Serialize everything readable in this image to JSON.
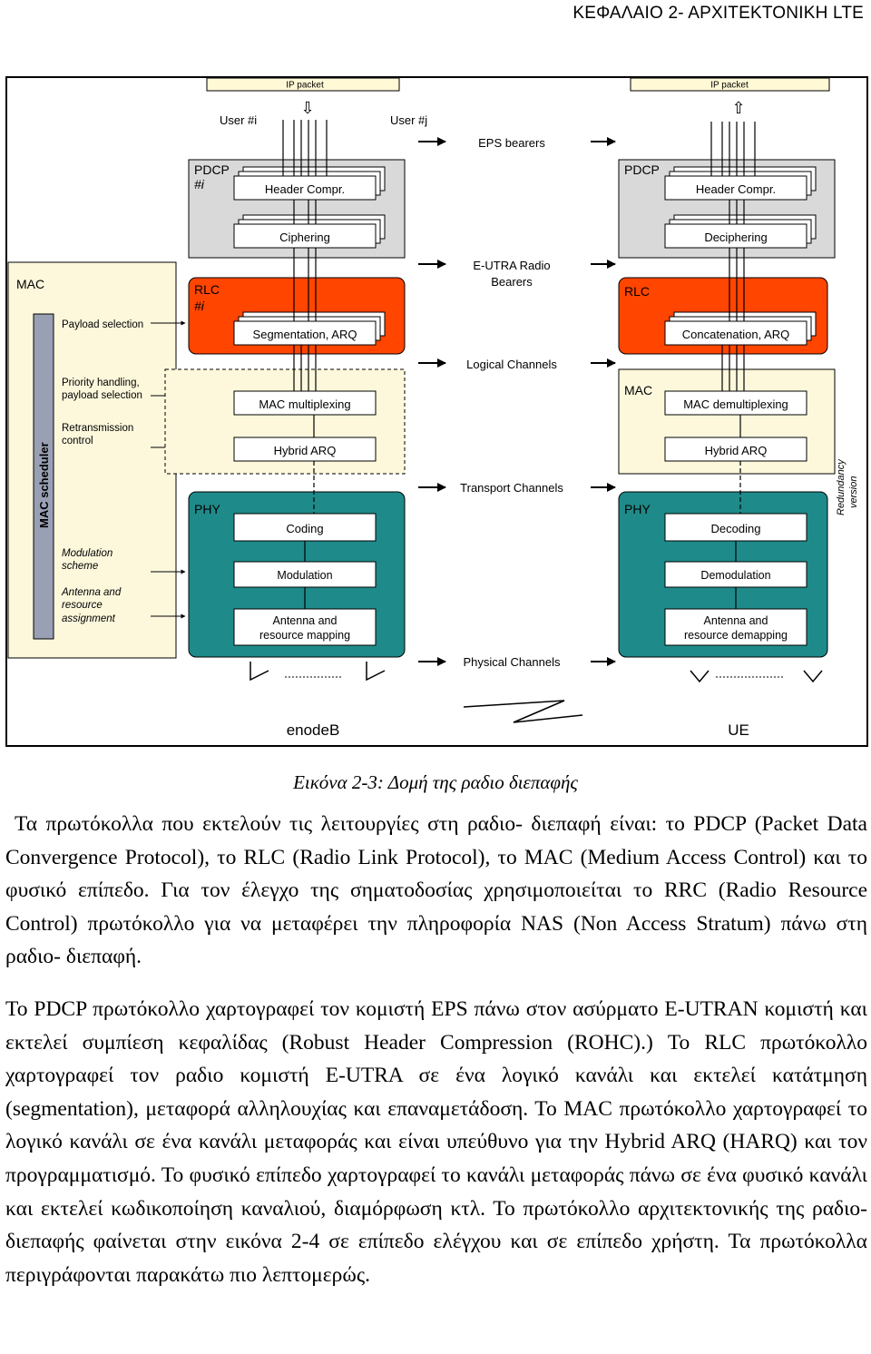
{
  "page": {
    "header": "ΚΕΦΑΛΑΙΟ 2- ΑΡΧΙΤΕΚΤΟΝΙΚΗ LTE"
  },
  "figure": {
    "ip_packet_tx": "IP packet",
    "ip_packet_rx": "IP packet",
    "user_i": "User #i",
    "user_j": "User #j",
    "eps_bearers": "EPS bearers",
    "eutra_radio_bearers_1": "E-UTRA Radio",
    "eutra_radio_bearers_2": "Bearers",
    "logical_channels": "Logical Channels",
    "transport_channels": "Transport Channels",
    "physical_channels": "Physical Channels",
    "enodeb": "enodeB",
    "ue": "UE",
    "mac_panel": {
      "title": "MAC",
      "scheduler": "MAC scheduler",
      "payload_selection": "Payload selection",
      "priority_1": "Priority handling,",
      "priority_2": "payload selection",
      "retrans_1": "Retransmission",
      "retrans_2": "control",
      "modulation_1": "Modulation",
      "modulation_2": "scheme",
      "antenna_1": "Antenna and",
      "antenna_2": "resource",
      "antenna_3": "assignment"
    },
    "enb": {
      "pdcp": "PDCP",
      "pdcp_num": "#i",
      "header_compr": "Header Compr.",
      "ciphering": "Ciphering",
      "rlc": "RLC",
      "rlc_num": "#i",
      "segmentation": "Segmentation, ARQ",
      "mac_mux": "MAC multiplexing",
      "hybrid_arq": "Hybrid ARQ",
      "phy": "PHY",
      "coding": "Coding",
      "modulation": "Modulation",
      "antenna_1": "Antenna and",
      "antenna_2": "resource mapping"
    },
    "ue_stack": {
      "pdcp": "PDCP",
      "header_compr": "Header Compr.",
      "deciphering": "Deciphering",
      "rlc": "RLC",
      "concatenation": "Concatenation, ARQ",
      "mac": "MAC",
      "mac_demux": "MAC demultiplexing",
      "hybrid_arq": "Hybrid ARQ",
      "phy": "PHY",
      "decoding": "Decoding",
      "demodulation": "Demodulation",
      "antenna_1": "Antenna and",
      "antenna_2": "resource demapping",
      "redundancy_1": "Redundancy",
      "redundancy_2": "version"
    },
    "colors": {
      "pdcp_fill": "#d9d9d9",
      "rlc_fill": "#ff4500",
      "mac_fill": "#fdf8dc",
      "phy_fill": "#1f8a8a",
      "scheduler_fill": "#9aa0b4"
    }
  },
  "caption": "Εικόνα 2-3: Δομή της ραδιο διεπαφής",
  "paragraphs": [
    "Τα πρωτόκολλα που εκτελούν τις λειτουργίες στη ραδιο- διεπαφή είναι: το PDCP (Packet Data Convergence Protocol), το RLC (Radio Link Protocol), το MAC (Medium Access Control) και το φυσικό επίπεδο. Για τον έλεγχο της σηματοδοσίας χρησιμοποιείται το RRC (Radio Resource Control) πρωτόκολλο για να μεταφέρει την πληροφορία NAS (Non Access Stratum) πάνω στη ραδιο- διεπαφή.",
    "Το PDCP πρωτόκολλο χαρτογραφεί τον κομιστή EPS πάνω στον ασύρματο E-UTRAN κομιστή και εκτελεί συμπίεση κεφαλίδας (Robust Header Compression (ROHC).) Το RLC πρωτόκολλο χαρτογραφεί τον ραδιο κομιστή E-UTRA σε ένα λογικό κανάλι και εκτελεί κατάτμηση (segmentation), μεταφορά αλληλουχίας και επαναμετάδοση. Το MAC πρωτόκολλο χαρτογραφεί το λογικό κανάλι σε ένα κανάλι μεταφοράς και είναι υπεύθυνο για την Hybrid ARQ (HARQ) και τον προγραμματισμό. Το φυσικό επίπεδο χαρτογραφεί το κανάλι μεταφοράς πάνω σε ένα φυσικό κανάλι και εκτελεί κωδικοποίηση καναλιού, διαμόρφωση κτλ. Το πρωτόκολλο αρχιτεκτονικής της ραδιο- διεπαφής φαίνεται στην εικόνα 2-4 σε επίπεδο ελέγχου και σε επίπεδο χρήστη. Τα πρωτόκολλα περιγράφονται παρακάτω πιο λεπτομερώς."
  ]
}
